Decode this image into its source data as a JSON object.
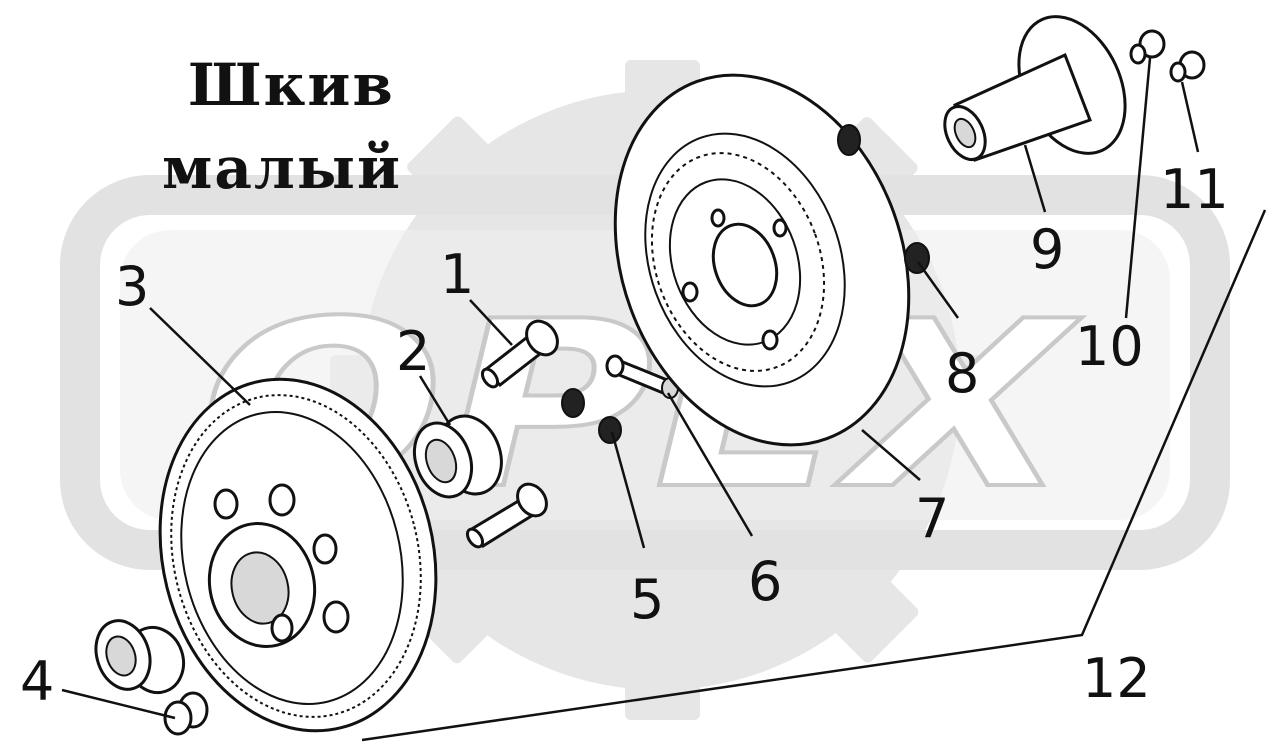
{
  "title": {
    "line1": "Шкив",
    "line2": "малый"
  },
  "watermark": {
    "text": "OPEX"
  },
  "callouts": [
    {
      "id": "1",
      "label": "1"
    },
    {
      "id": "2",
      "label": "2"
    },
    {
      "id": "3",
      "label": "3"
    },
    {
      "id": "4",
      "label": "4"
    },
    {
      "id": "5",
      "label": "5"
    },
    {
      "id": "6",
      "label": "6"
    },
    {
      "id": "7",
      "label": "7"
    },
    {
      "id": "8",
      "label": "8"
    },
    {
      "id": "9",
      "label": "9"
    },
    {
      "id": "10",
      "label": "10"
    },
    {
      "id": "11",
      "label": "11"
    },
    {
      "id": "12",
      "label": "12"
    }
  ],
  "colors": {
    "line": "#111111",
    "watermark_fill": "#e6e6e6",
    "watermark_stroke": "#c9c9c9",
    "background": "#ffffff"
  }
}
